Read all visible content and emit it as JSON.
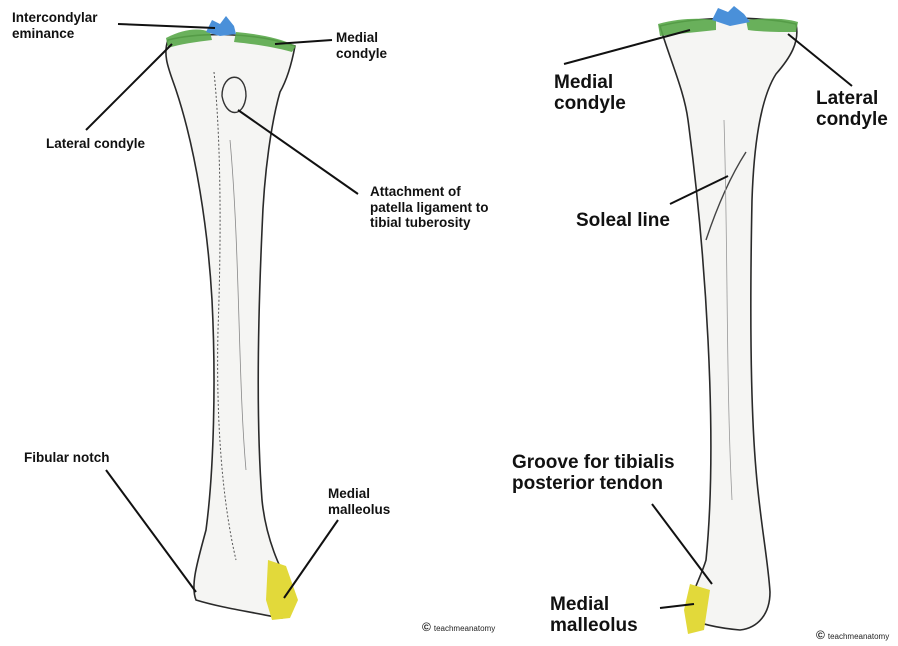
{
  "anterior_view": {
    "labels": {
      "intercondylar_eminance": "Intercondylar\neminance",
      "medial_condyle": "Medial\ncondyle",
      "lateral_condyle": "Lateral condyle",
      "patella_attachment": "Attachment of\npatella ligament to\ntibial tuberosity",
      "fibular_notch": "Fibular notch",
      "medial_malleolus": "Medial\nmalleolus"
    }
  },
  "posterior_view": {
    "labels": {
      "medial_condyle": "Medial\ncondyle",
      "lateral_condyle": "Lateral\ncondyle",
      "soleal_line": "Soleal line",
      "groove_tibialis": "Groove for tibialis\nposterior tendon",
      "medial_malleolus": "Medial\nmalleolus"
    }
  },
  "watermark": {
    "text": "teachmeanatomy",
    "symbol": "©"
  },
  "colors": {
    "eminence_blue": "#4a90d9",
    "condyle_green": "#5aa84a",
    "malleolus_yellow": "#e2d93a",
    "bone_fill": "#f5f5f3",
    "bone_stroke": "#2a2a2a",
    "leader_line": "#111111"
  }
}
